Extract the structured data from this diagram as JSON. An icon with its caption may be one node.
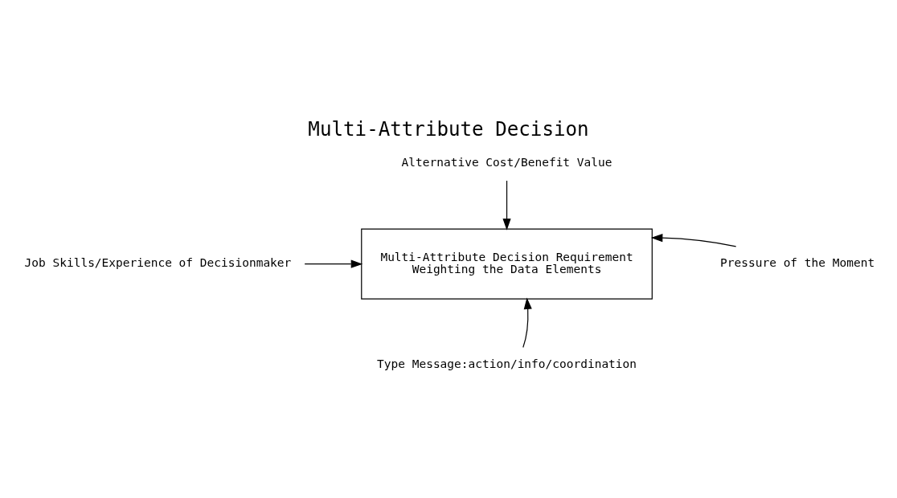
{
  "diagram": {
    "title": "Multi-Attribute Decision",
    "nodes": [
      {
        "text": [
          "Multi-Attribute Decision Requirement",
          "Weighting the Data Elements"
        ]
      },
      {
        "text": [
          "Alternative Cost/Benefit Value"
        ]
      },
      {
        "text": [
          "Job Skills/Experience of Decisionmaker"
        ]
      },
      {
        "text": [
          "Pressure of the Moment"
        ]
      },
      {
        "text": [
          "Type Message:action/info/coordination"
        ]
      }
    ],
    "edges": [
      {
        "from": 1,
        "to": 0,
        "arrow": "to"
      },
      {
        "from": 2,
        "to": 0,
        "arrow": "to"
      },
      {
        "from": 3,
        "to": 0,
        "arrow": "to"
      },
      {
        "from": 4,
        "to": 0,
        "arrow": "to"
      }
    ]
  }
}
